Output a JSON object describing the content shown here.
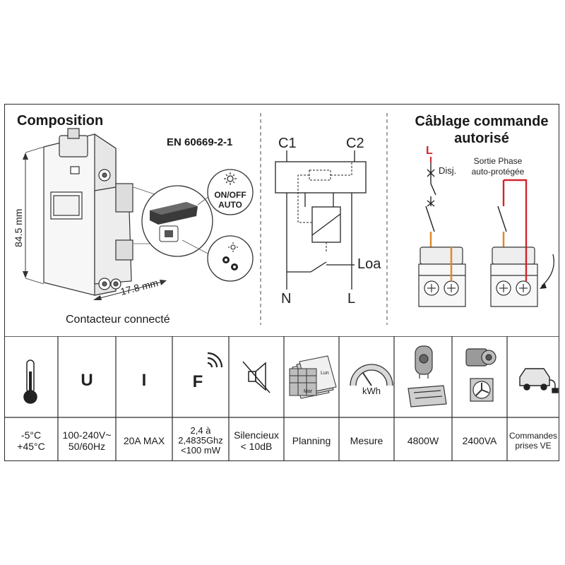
{
  "composition": {
    "title": "Composition",
    "standard": "EN 60669-2-1",
    "dim_height": "84.5 mm",
    "dim_width": "17.8 mm",
    "caption": "Contacteur connecté",
    "on_off_line1": "ON/OFF",
    "on_off_line2": "AUTO"
  },
  "schematic": {
    "c1": "C1",
    "c2": "C2",
    "load": "Load",
    "n": "N",
    "l": "L"
  },
  "wiring": {
    "title_line1": "Câblage commande",
    "title_line2": "autorisé",
    "l_label": "L",
    "disj_label": "Disj.",
    "sortie_line1": "Sortie Phase",
    "sortie_line2": "auto-protégée"
  },
  "specs": [
    {
      "symbol": "",
      "label_lines": [
        "-5°C",
        "+45°C"
      ],
      "icon": "thermometer-icon"
    },
    {
      "symbol": "U",
      "label_lines": [
        "100-240V~",
        "50/60Hz"
      ],
      "icon": "voltage-symbol"
    },
    {
      "symbol": "I",
      "label_lines": [
        "20A MAX"
      ],
      "icon": "current-symbol"
    },
    {
      "symbol": "F",
      "label_lines": [
        "2,4 à",
        "2,4835Ghz",
        "<100 mW"
      ],
      "icon": "wireless-icon"
    },
    {
      "symbol": "",
      "label_lines": [
        "Silencieux",
        "< 10dB"
      ],
      "icon": "muted-speaker-icon"
    },
    {
      "symbol": "",
      "label_lines": [
        "Planning"
      ],
      "icon": "calendar-icon",
      "icon_texts": [
        "Mar",
        "Lun"
      ]
    },
    {
      "symbol": "",
      "label_lines": [
        "Mesure"
      ],
      "icon": "gauge-icon",
      "icon_texts": [
        "kWh"
      ]
    },
    {
      "symbol": "",
      "label_lines": [
        "4800W"
      ],
      "icon": "water-heater-radiator-icon"
    },
    {
      "symbol": "",
      "label_lines": [
        "2400VA"
      ],
      "icon": "motor-fan-icon"
    },
    {
      "symbol": "",
      "label_lines": [
        "Commandes",
        "prises VE"
      ],
      "icon": "ev-car-icon"
    }
  ],
  "colors": {
    "line": "#2a2a2a",
    "phase_red": "#d0262b",
    "wire_orange": "#e0892a"
  }
}
